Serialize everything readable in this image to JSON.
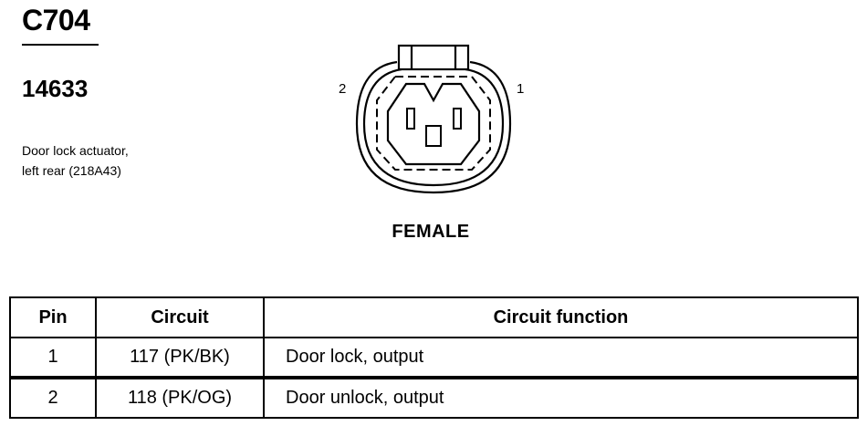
{
  "connector": {
    "id": "C704",
    "part_number": "14633",
    "description_line1": "Door lock actuator,",
    "description_line2": "left rear (218A43)",
    "gender": "FEMALE",
    "pin_labels": {
      "left": "2",
      "right": "1"
    }
  },
  "table": {
    "headers": {
      "pin": "Pin",
      "circuit": "Circuit",
      "function": "Circuit function"
    },
    "rows": [
      {
        "pin": "1",
        "circuit": "117 (PK/BK)",
        "function": "Door lock, output"
      },
      {
        "pin": "2",
        "circuit": "118 (PK/OG)",
        "function": "Door unlock, output"
      }
    ]
  }
}
